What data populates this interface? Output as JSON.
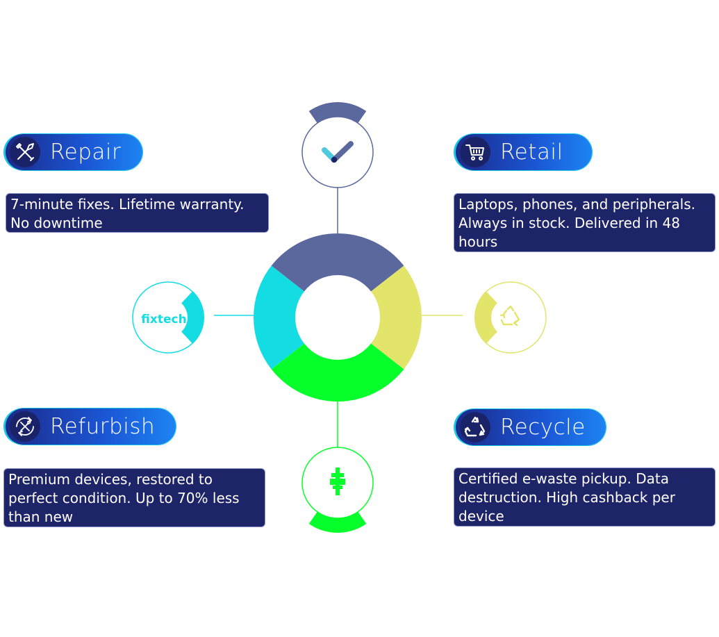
{
  "brand": {
    "logo_text": "fixtech"
  },
  "services": [
    {
      "key": "repair",
      "title": "Repair",
      "icon": "repair-tools-icon",
      "description": "7-minute fixes. Lifetime warranty. No downtime"
    },
    {
      "key": "retail",
      "title": "Retail",
      "icon": "shopping-cart-icon",
      "description": "Laptops, phones, and peripherals. Always in stock. Delivered in 48 hours"
    },
    {
      "key": "refurbish",
      "title": "Refurbish",
      "icon": "refurbish-cycle-icon",
      "description": "Premium devices, restored to perfect condition. Up to 70% less than new"
    },
    {
      "key": "recycle",
      "title": "Recycle",
      "icon": "recycle-icon",
      "description": "Certified e-waste pickup. Data destruction. High cashback per device"
    }
  ],
  "colors": {
    "segment_top": "#5b689e",
    "segment_right": "#e3e46a",
    "segment_bottom": "#06ff2a",
    "segment_left": "#13dde3",
    "pill_dark": "#1b2a8a",
    "pill_light": "#1d84f2",
    "pill_outline": "#17c7e6",
    "desc_bg": "#1e2468"
  }
}
